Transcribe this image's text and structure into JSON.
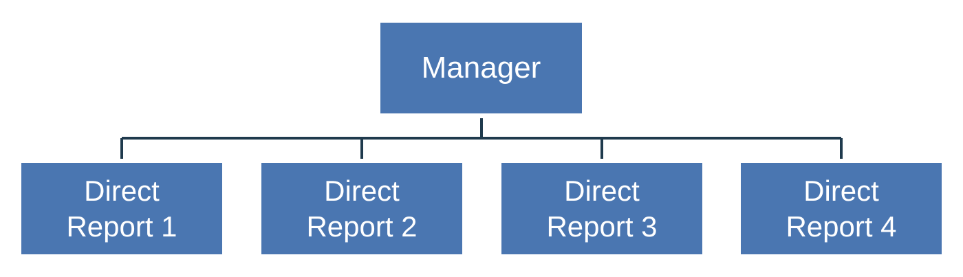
{
  "org_chart": {
    "manager": {
      "label": "Manager"
    },
    "reports": [
      {
        "line1": "Direct",
        "line2": "Report 1"
      },
      {
        "line1": "Direct",
        "line2": "Report 2"
      },
      {
        "line1": "Direct",
        "line2": "Report 3"
      },
      {
        "line1": "Direct",
        "line2": "Report 4"
      }
    ]
  },
  "colors": {
    "box_fill": "#4a76b1",
    "box_text": "#ffffff",
    "connector": "#1f3a4d",
    "background": "#ffffff"
  }
}
